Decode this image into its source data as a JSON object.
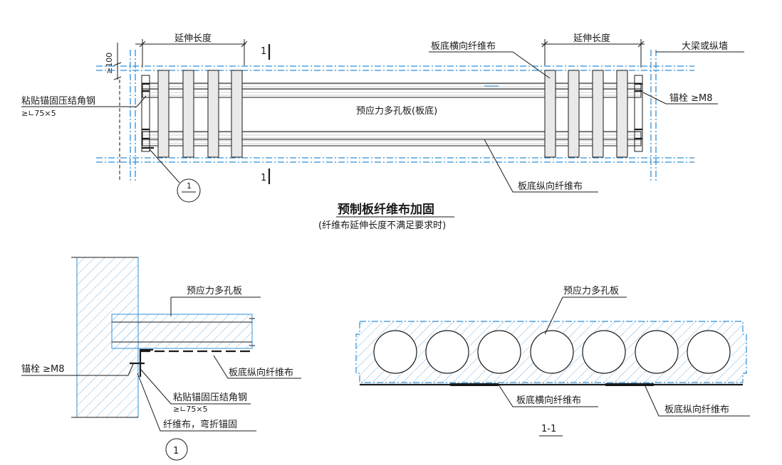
{
  "plan": {
    "ext_length_left": "延伸长度",
    "ext_length_right": "延伸长度",
    "dim_100": "≥100",
    "section_mark_top": "1",
    "section_mark_bottom": "1",
    "label_transverse": "板底横向纤维布",
    "label_beam_wall": "大梁或纵墙",
    "label_angle_line1": "粘贴锚固压结角钢",
    "label_angle_line2": "≥∟75×5",
    "label_bolt": "锚栓 ≥M8",
    "label_slab": "预应力多孔板(板底)",
    "label_longitudinal": "板底纵向纤维布",
    "detail_ref_num": "1",
    "title": "预制板纤维布加固",
    "subtitle": "(纤维布延伸长度不满足要求时)"
  },
  "detail": {
    "label_slab": "预应力多孔板",
    "label_bolt": "锚栓 ≥M8",
    "label_longitudinal": "板底纵向纤维布",
    "label_angle_line1": "粘贴锚固压结角钢",
    "label_angle_line2": "≥∟75×5",
    "label_fiber_bend": "纤维布，弯折锚固",
    "number": "1"
  },
  "section": {
    "label_slab": "预应力多孔板",
    "label_transverse": "板底横向纤维布",
    "label_longitudinal": "板底纵向纤维布",
    "title": "1-1"
  },
  "colors": {
    "line": "#1a1a1a",
    "concrete_blue": "#2f8fd8"
  }
}
